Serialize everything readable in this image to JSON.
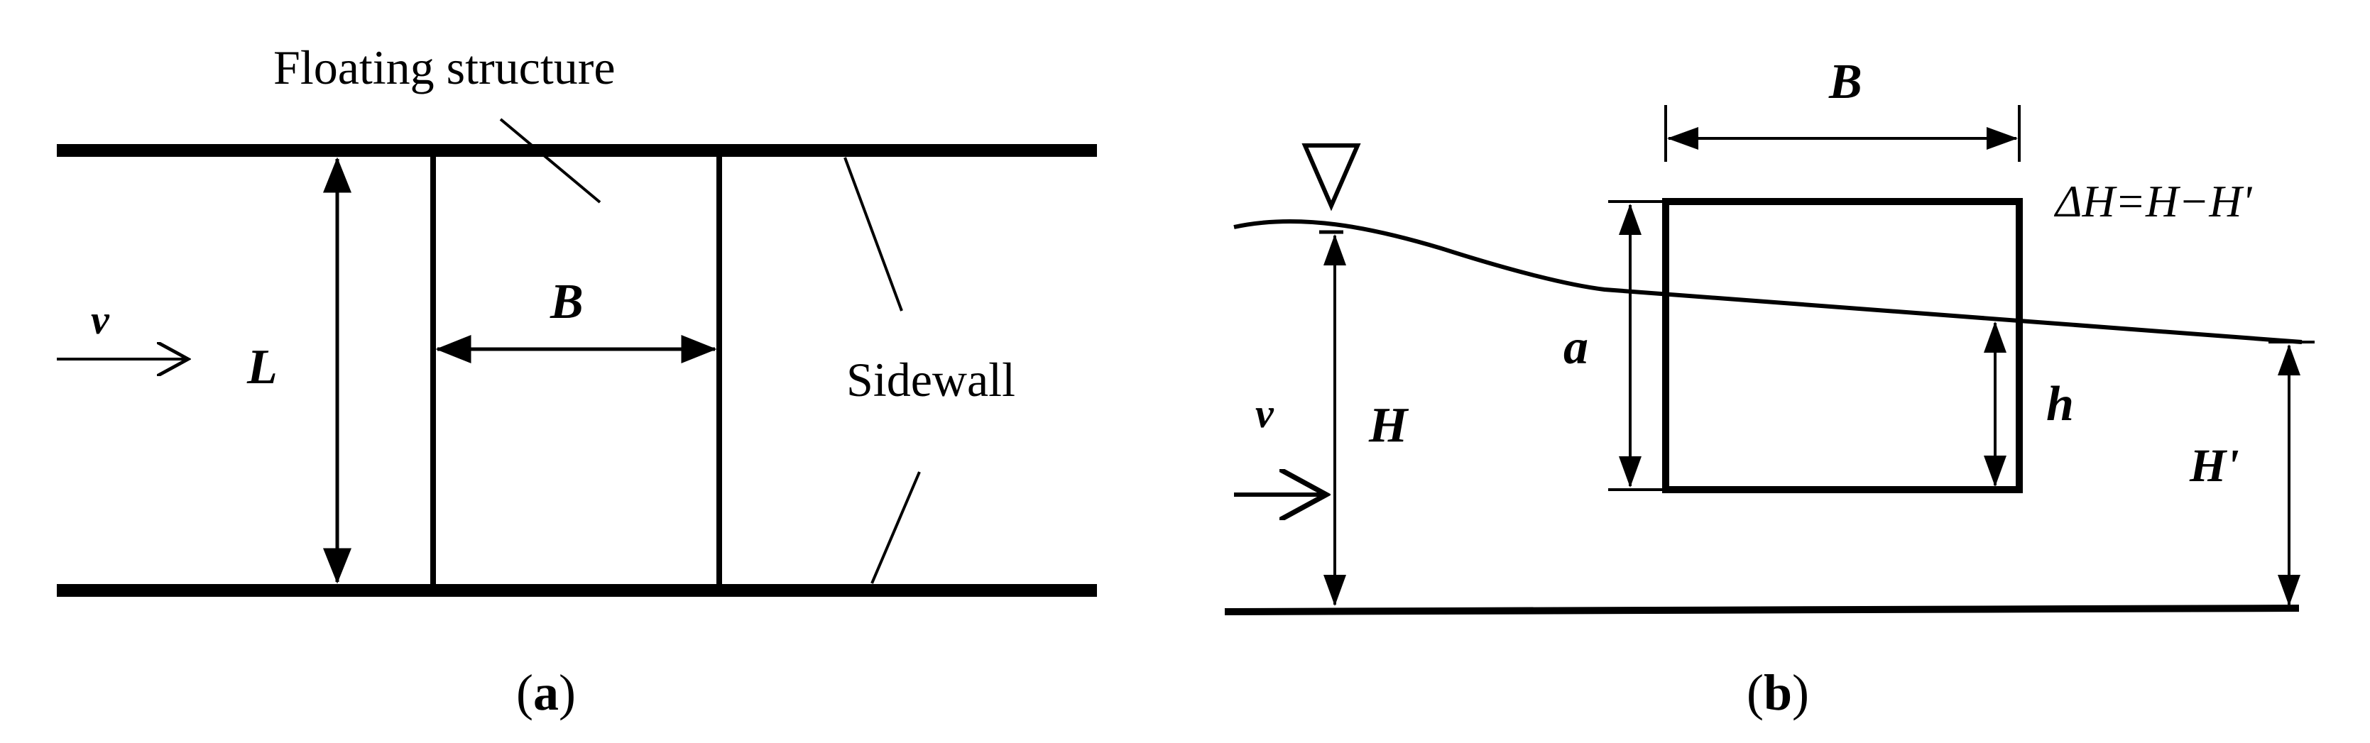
{
  "panel_a": {
    "caption": "(a)",
    "caption_letter": "a",
    "labels": {
      "floating_structure": "Floating structure",
      "B": "B",
      "L": "L",
      "v": "v",
      "sidewall": "Sidewall"
    }
  },
  "panel_b": {
    "caption": "(b)",
    "caption_letter": "b",
    "labels": {
      "B": "B",
      "delta_h_formula": "ΔH=H−H'",
      "a": "a",
      "h": "h",
      "H": "H",
      "H_prime": "H'",
      "v": "v"
    }
  },
  "colors": {
    "ink": "#000000",
    "background": "#ffffff"
  }
}
